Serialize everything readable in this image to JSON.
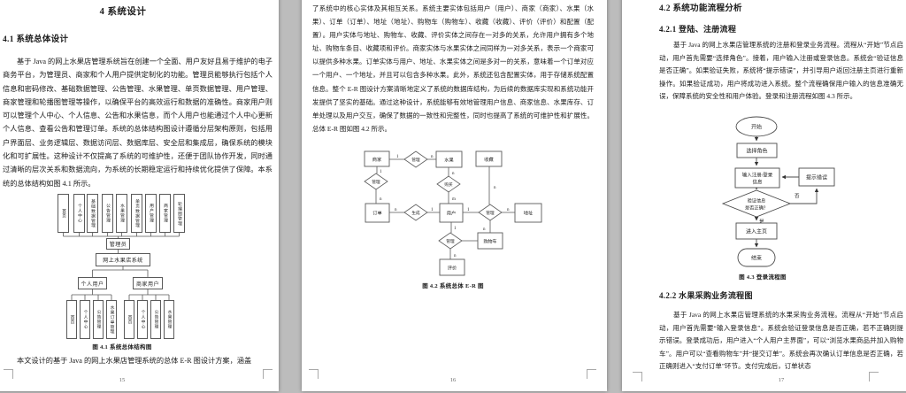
{
  "page1": {
    "page_number": "15",
    "heading_chapter": "4  系统设计",
    "heading_section": "4.1  系统总体设计",
    "para1": "基于 Java 的网上水果店管理系统旨在创建一个全面、用户友好且易于维护的电子商务平台，为管理员、商家和个人用户提供定制化的功能。管理员能够执行包括个人信息和密码修改、基础数据管理、公告管理、水果管理、单页数据管理、用户管理、商家管理和轮播图管理等操作，以确保平台的高效运行和数据的准确性。商家用户则可以管理个人中心、个人信息、公告和水果信息，而个人用户也能通过个人中心更新个人信息、查看公告和管理订单。系统的总体结构图设计遵循分层架构原则，包括用户界面层、业务逻辑层、数据访问层、数据库层、安全层和集成层，确保系统的模块化和可扩展性。这种设计不仅提高了系统的可维护性，还便于团队协作开发，同时通过清晰的层次关系和数据流向，为系统的长期稳定运行和持续优化提供了保障。本系统的总体结构如图 4.1 所示。",
    "para2": "本文设计的基于 Java 的网上水果店管理系统的总体 E-R 图设计方案，涵盖",
    "figure": {
      "caption": "图 4.1  系统总体结构图",
      "admin_modules": [
        "首页",
        "个人中心",
        "基础数据管理",
        "公告管理",
        "水果管理",
        "单页数据管理",
        "用户管理",
        "商家管理",
        "轮播图管理"
      ],
      "admin": "管理员",
      "system": "网上水果店系统",
      "personal_user": "个人用户",
      "merchant_user": "商家用户",
      "personal_modules": [
        "首页",
        "个人中心",
        "公告管理",
        "水果订单管理"
      ],
      "merchant_modules": [
        "首页",
        "个人中心",
        "公告管理",
        "水果管理"
      ]
    }
  },
  "page2": {
    "page_number": "16",
    "para": "了系统中的核心实体及其相互关系。系统主要实体包括用户（用户）、商家（商家）、水果（水果）、订单（订单）、地址（地址）、购物车（购物车）、收藏（收藏）、评价（评价）和配置（配置）。用户实体与地址、购物车、收藏、评价实体之间存在一对多的关系，允许用户拥有多个地址、购物车条目、收藏项和评价。商家实体与水果实体之间同样为一对多关系，表示一个商家可以提供多种水果。订单实体与用户、地址、水果实体之间是多对一的关系，意味着一个订单对应一个用户、一个地址，并且可以包含多种水果。此外，系统还包含配置实体，用于存储系统配置信息。整个 E-R 图设计方案清晰地定义了系统的数据库结构，为后续的数据库实现和系统功能开发提供了坚实的基础。通过这种设计，系统能够有效地管理用户信息、商家信息、水果库存、订单处理以及用户交互，确保了数据的一致性和完整性，同时也提高了系统的可维护性和扩展性。总体 E-R 图如图 4.2 所示。",
    "figure": {
      "caption": "图 4.2  系统总体 E-R 图",
      "entities": {
        "merchant": "商家",
        "fruit": "水果",
        "favorite": "收藏",
        "order": "订单",
        "user": "用户",
        "address": "地址",
        "cart": "购物车",
        "review": "评价"
      },
      "relations": {
        "manage": "管理",
        "buy": "购买",
        "generate": "生成"
      },
      "card": {
        "one": "1",
        "n": "n",
        "m": "m"
      }
    }
  },
  "page3": {
    "page_number": "17",
    "heading_section": "4.2  系统功能流程分析",
    "heading_sub1": "4.2.1  登陆、注册流程",
    "para1": "基于 Java 的网上水果店管理系统的注册和登录业务流程。流程从“开始”节点启动，用户首先需要“选择角色”。接着，用户输入注册或登录信息。系统会“验证信息是否正确”。如果验证失败，系统将“提示错误”，并引导用户返回注册主页进行重新操作。如果验证成功，用户将成功进入系统。整个流程确保用户输入的信息准确无误，保障系统的安全性和用户体验。登录和注册流程如图 4.3 所示。",
    "figure": {
      "caption": "图 4.3  登录流程图",
      "start": "开始",
      "choose_role": "选择角色",
      "input_line1": "输入注册/登录",
      "input_line2": "信息",
      "verify_line1": "验证信息",
      "verify_line2": "是否正确？",
      "error": "提示错误",
      "no": "否",
      "yes": "是",
      "home": "进入主页",
      "end": "结束"
    },
    "heading_sub2": "4.2.2  水果采购业务流程图",
    "para2": "基于 Java 的网上水果店管理系统的水果采购业务流程。流程从“开始”节点启动，用户首先需要“输入登录信息”。系统会验证登录信息是否正确，若不正确则提示错误。登录成功后，用户进入“个人用户主界面”，可以“浏览水果商品并加入购物车”。用户可以“查看购物车”并“提交订单”。系统会再次确认订单信息是否正确，若正确则进入“支付订单”环节。支付完成后，订单状态"
  }
}
